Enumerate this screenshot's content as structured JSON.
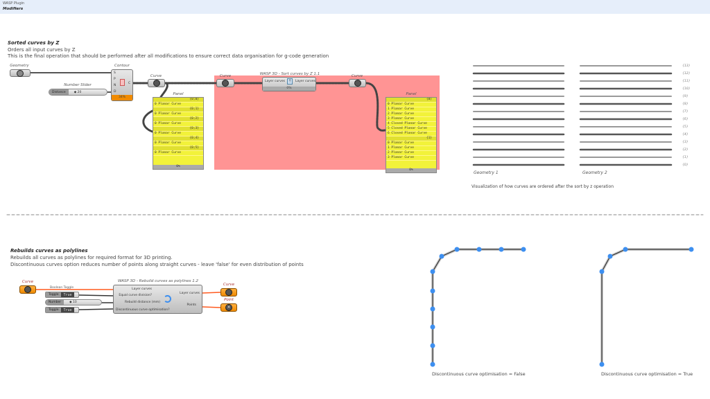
{
  "header": {
    "plugin": "WASP Plugin",
    "section": "Modifiers"
  },
  "sort_section": {
    "title": "Sorted curves by Z",
    "line1": "Orders all input curves by Z",
    "line2": "This is the final operation that should be performed after all modifications to ensure correct data organisation for g-code generation",
    "geometry_label": "Geometry",
    "contour_label": "Contour",
    "contour_inputs": [
      "S",
      "P",
      "N",
      "D"
    ],
    "contour_output": "C",
    "contour_progress": "34%",
    "slider_label": "Number Slider",
    "slider_name": "Distance",
    "slider_value": "◆ 20",
    "curve_label": "Curve",
    "panel_label": "Panel",
    "panel1_rows": [
      {
        "path": "{0;0}",
        "item": "0 Planar Curve"
      },
      {
        "path": "{0;1}",
        "item": "0 Planar Curve"
      },
      {
        "path": "{0;2}",
        "item": "0 Planar Curve"
      },
      {
        "path": "{0;3}",
        "item": "0 Planar Curve"
      },
      {
        "path": "{0;4}",
        "item": "0 Planar Curve"
      },
      {
        "path": "{0;5}",
        "item": "0 Planar Curve"
      }
    ],
    "panel_progress": "0%",
    "sort_component_label": "WASP 3D - Sort curves by Z 1.1",
    "sort_in": "Layer curves",
    "sort_out": "Layer curves",
    "sort_progress": "0%",
    "panel2_rows": [
      "{0}",
      "0 Planar Curve",
      "1 Planar Curve",
      "2 Planar Curve",
      "3 Planar Curve",
      "4 Closed Planar Curve",
      "5 Closed Planar Curve",
      "6 Closed Planar Curve",
      "{1}",
      "0 Planar Curve",
      "1 Planar Curve",
      "2 Planar Curve",
      "3 Planar Curve"
    ],
    "viz_indices": [
      "{13}",
      "{12}",
      "{11}",
      "{10}",
      "{9}",
      "{8}",
      "{7}",
      "{6}",
      "{5}",
      "{4}",
      "{3}",
      "{2}",
      "{1}",
      "{0}"
    ],
    "geometry1": "Geometry 1",
    "geometry2": "Geometry 2",
    "viz_caption": "Visualization of how curves are ordered after the sort by z operation"
  },
  "rebuild_section": {
    "title": "Rebuilds curves as polylines",
    "line1": "Rebuilds all curves as polylines for required format for 3D printing.",
    "line2": "Discontinuous curves option reduces number of points along straight curves - leave 'false' for even distribution of points",
    "curve_label": "Curve",
    "toggle_group_label": "Boolean Toggle",
    "toggle1": {
      "name": "Toggle",
      "value": "True"
    },
    "number": {
      "name": "Number",
      "value": "◆ 10"
    },
    "toggle2": {
      "name": "Toggle",
      "value": "True"
    },
    "component_label": "WASP 3D - Rebuild curves as polylines 1.2",
    "inputs": [
      "Layer curves",
      "Equal curve division?",
      "Rebuild distance (mm)",
      "Discontinuous curve optimisation?"
    ],
    "outputs": [
      "Layer curves",
      "Points"
    ],
    "out_curve_label": "Curve",
    "out_point_label": "Point",
    "caption_false": "Discontinuous curve optimisation = False",
    "caption_true": "Discontinuous curve optimisation = True"
  },
  "colors": {
    "group": "#ff9494",
    "panel": "#f2f23a",
    "point": "#3d8ff0",
    "wire_orange": "#ff5a1f"
  }
}
